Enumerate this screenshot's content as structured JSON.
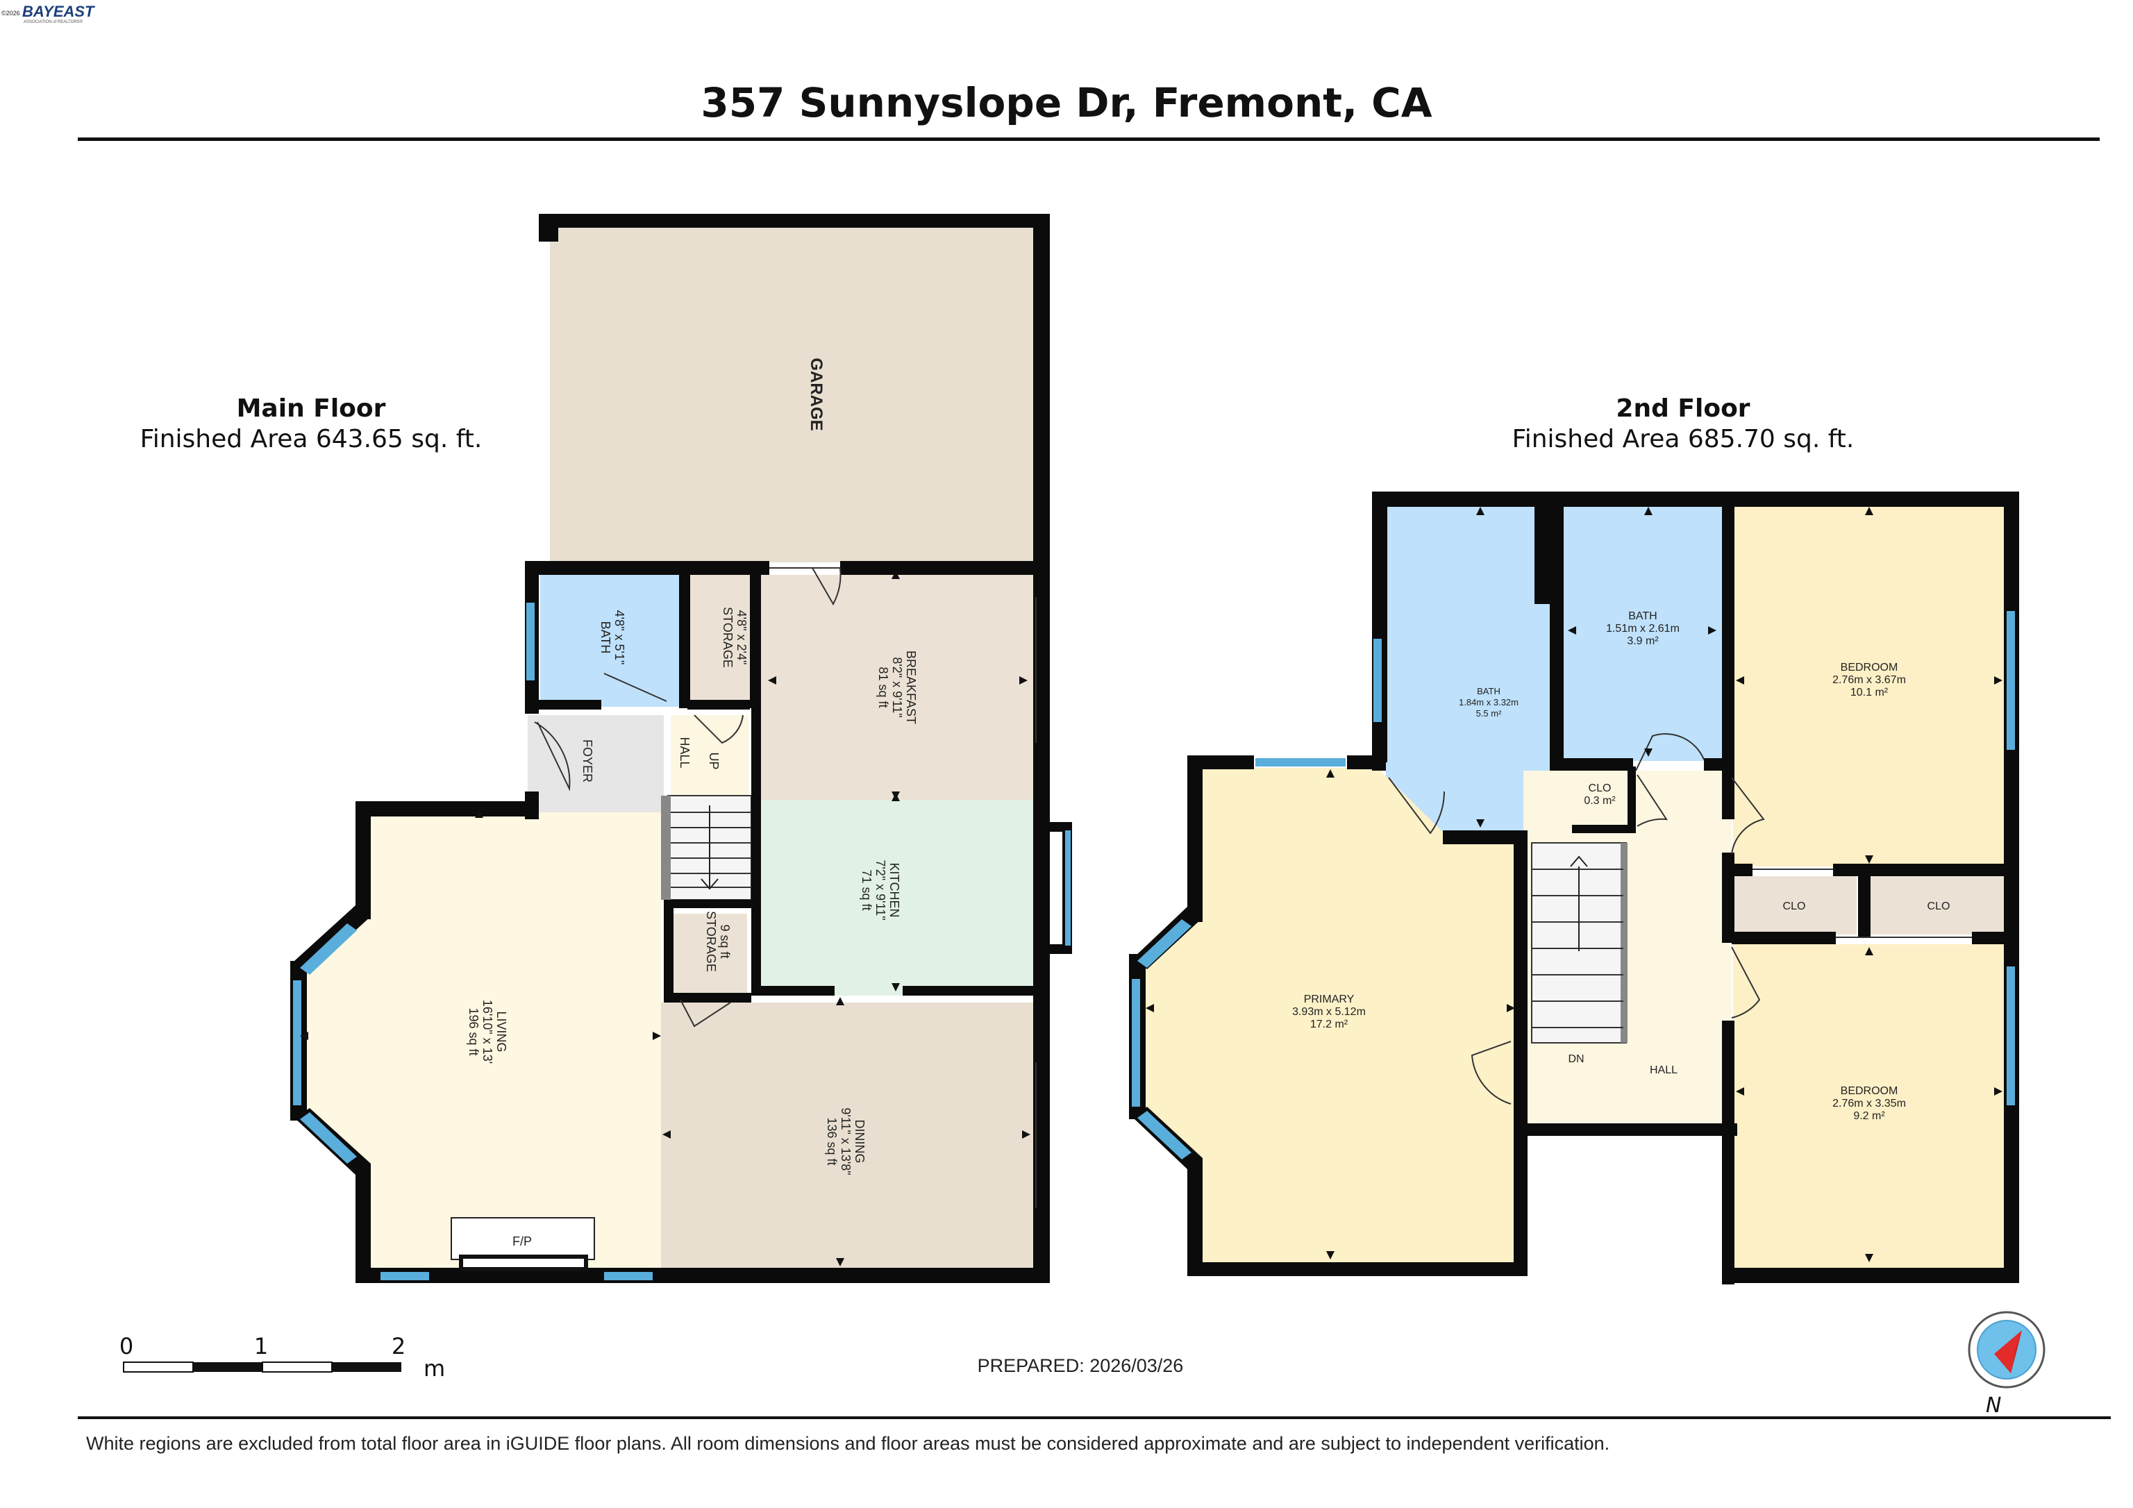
{
  "header": {
    "logo": "BAYEAST",
    "logo_prefix": "©2026",
    "logo_tagline": "ASSOCIATION of REALTORS®",
    "address": "357 Sunnyslope Dr, Fremont, CA"
  },
  "main_floor": {
    "title": "Main Floor",
    "area": "Finished Area 643.65 sq. ft.",
    "rooms": {
      "garage": "GARAGE",
      "bath": [
        "BATH",
        "4'8\" x 5'1\""
      ],
      "storage1": [
        "STORAGE",
        "4'8\" x 2'4\""
      ],
      "breakfast": [
        "BREAKFAST",
        "8'2\" x 9'11\"",
        "81 sq ft"
      ],
      "foyer": "FOYER",
      "hall": "HALL",
      "up": "UP",
      "kitchen": [
        "KITCHEN",
        "7'2\" x 9'11\"",
        "71 sq ft"
      ],
      "storage2": [
        "STORAGE",
        "9 sq ft"
      ],
      "living": [
        "LIVING",
        "16'10\" x 13'",
        "196 sq ft"
      ],
      "dining": [
        "DINING",
        "9'11\" x 13'8\"",
        "136 sq ft"
      ],
      "fp": "F/P"
    }
  },
  "second_floor": {
    "title": "2nd Floor",
    "area": "Finished Area 685.70 sq. ft.",
    "rooms": {
      "bath_small": [
        "BATH",
        "1.84m x 3.32m",
        "5.5 m²"
      ],
      "bath": [
        "BATH",
        "1.51m x 2.61m",
        "3.9 m²"
      ],
      "bedroom1": [
        "BEDROOM",
        "2.76m x 3.67m",
        "10.1 m²"
      ],
      "clo_small": [
        "CLO",
        "0.3 m²"
      ],
      "clo1": "CLO",
      "clo2": "CLO",
      "primary": [
        "PRIMARY",
        "3.93m x 5.12m",
        "17.2 m²"
      ],
      "dn": "DN",
      "hall": "HALL",
      "bedroom2": [
        "BEDROOM",
        "2.76m x 3.35m",
        "9.2 m²"
      ]
    }
  },
  "scale": {
    "ticks": [
      "0",
      "1",
      "2"
    ],
    "unit": "m"
  },
  "prepared": "PREPARED: 2026/03/26",
  "compass": "N",
  "footer": "White regions are excluded from total floor area in iGUIDE floor plans. All room dimensions and floor areas must be considered approximate and are subject to independent verification.",
  "colors": {
    "garage": "#e8dfd1",
    "bath": "#bfe1fb",
    "storage": "#ebe2d5",
    "breakfast": "#ebe2d5",
    "foyer": "#e6e6e6",
    "hall": "#fdf6e1",
    "kitchen": "#e2f1e6",
    "living": "#fef7e1",
    "dining": "#e8dfd1",
    "primary": "#fdf1c8",
    "bedroom": "#fdf0c6",
    "clo": "#ebe2d5",
    "wall": "#0b0b0b",
    "window": "#5aaedb"
  }
}
